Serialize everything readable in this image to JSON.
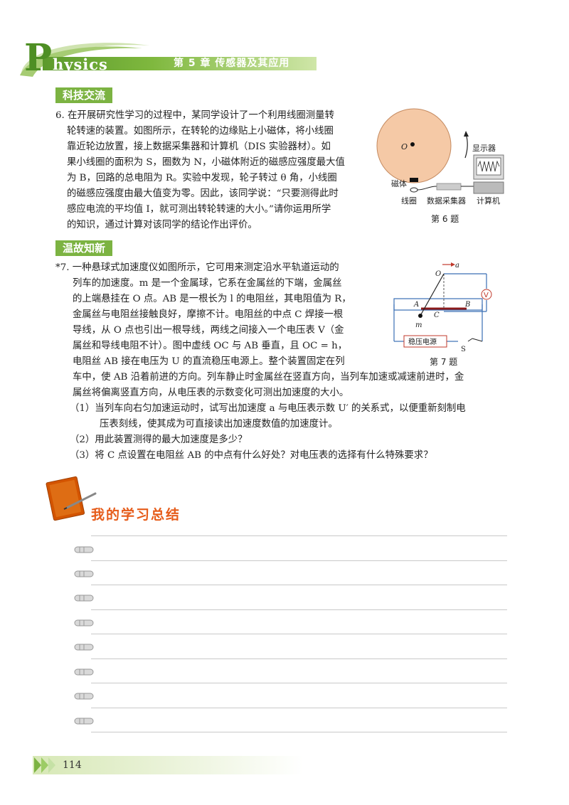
{
  "header": {
    "logo_letter": "P",
    "logo_rest": "hysics",
    "chapter": "第 5 章  传感器及其应用"
  },
  "section1": {
    "title": "科技交流"
  },
  "q6": {
    "lines": [
      "6. 在开展研究性学习的过程中，某同学设计了一个利用线圈测量转",
      "轮转速的装置。如图所示，在转轮的边缘贴上小磁体，将小线圈",
      "靠近轮边放置，接上数据采集器和计算机（DIS 实验器材）。如",
      "果小线圈的面积为 S，圈数为 N，小磁体附近的磁感应强度最大值",
      "为 B，回路的总电阻为 R。实验中发现，轮子转过 θ 角，小线圈",
      "的磁感应强度由最大值变为零。因此，该同学说：“只要测得此时",
      "感应电流的平均值 I，就可测出转轮转速的大小。”请你运用所学",
      "的知识，通过计算对该同学的结论作出评价。"
    ],
    "figure": {
      "center_label": "O",
      "magnet_label": "磁体",
      "display_label": "显示器",
      "coil_label": "线圈",
      "collector_label": "数据采集器",
      "computer_label": "计算机",
      "caption": "第 6 题"
    }
  },
  "section2": {
    "title": "温故知新"
  },
  "q7": {
    "lines_narrow": [
      "*7. 一种悬球式加速度仪如图所示，它可用来测定沿水平轨道运动的",
      "列车的加速度。m 是一个金属球，它系在金属丝的下端，金属丝",
      "的上端悬挂在 O 点。AB 是一根长为 l 的电阻丝，其电阻值为 R，",
      "金属丝与电阻丝接触良好，摩擦不计。电阻丝的中点 C 焊接一根",
      "导线，从 O 点也引出一根导线，两线之间接入一个电压表 V（金",
      "属丝和导线电阻不计）。图中虚线 OC 与 AB 垂直，且 OC = h，",
      "电阻丝 AB 接在电压为 U 的直流稳压电源上。整个装置固定在列"
    ],
    "lines_wide": [
      "车中，使 AB 沿着前进的方向。列车静止时金属丝在竖直方向，当列车加速或减速前进时，金",
      "属丝将偏离竖直方向，从电压表的示数变化可测出加速度的大小。"
    ],
    "sub_questions": [
      "（1）当列车向右匀加速运动时，试写出加速度 a 与电压表示数 U′ 的关系式，以便重新刻制电",
      "压表刻线，使其成为可直接读出加速度数值的加速度计。",
      "（2）用此装置测得的最大加速度是多少？",
      "（3）将 C 点设置在电阻丝 AB 的中点有什么好处？对电压表的选择有什么特殊要求？"
    ],
    "figure": {
      "label_O": "O",
      "label_a": "a",
      "label_V": "V",
      "label_A": "A",
      "label_B": "B",
      "label_C": "C",
      "label_m": "m",
      "label_S": "S",
      "power_label": "稳压电源",
      "caption": "第 7 题"
    }
  },
  "summary": {
    "title": "我的学习总结"
  },
  "footer": {
    "page": "114"
  },
  "colors": {
    "accent_green": "#7cb342",
    "title_orange": "#e65c1a",
    "wheel_fill": "#f5c9a6",
    "circuit_blue": "#3a6fb5",
    "resistor_red": "#8b1a1a"
  }
}
